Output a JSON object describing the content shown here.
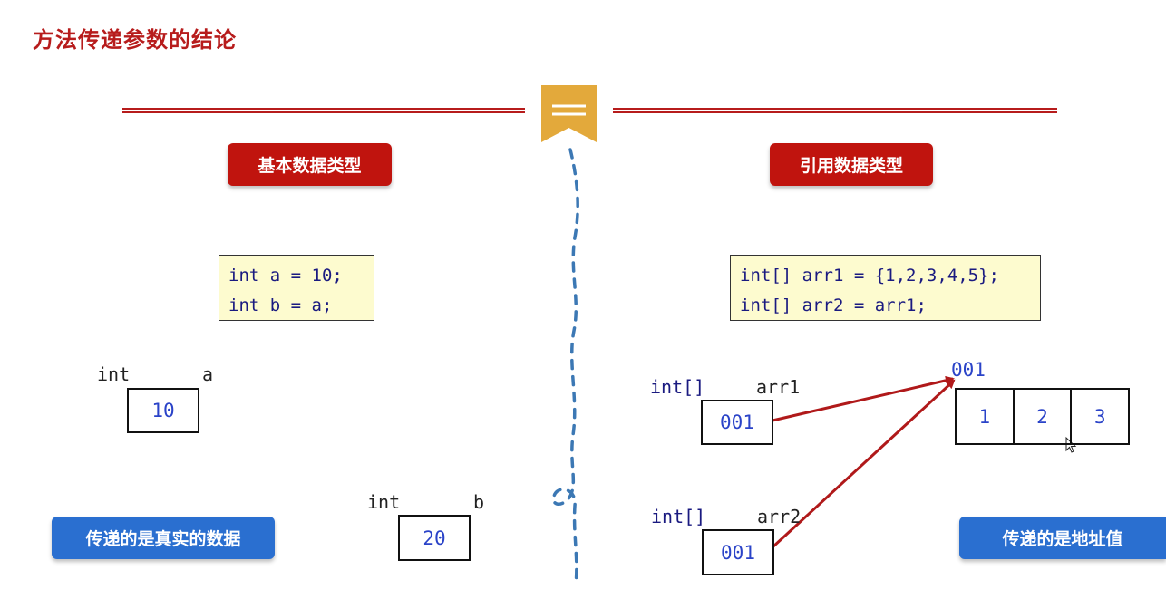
{
  "title": "方法传递参数的结论",
  "colors": {
    "accent_red": "#b71c1c",
    "pill_red": "#c0140e",
    "pill_blue": "#2a6fd0",
    "ribbon_gold": "#e3a93b",
    "code_bg": "#fdfbcf",
    "value_blue": "#2a43c8",
    "divider_blue": "#3c78b4",
    "arrow_red": "#b0191a"
  },
  "left": {
    "heading": "基本数据类型",
    "code": [
      "int a = 10;",
      "int b = a;"
    ],
    "var_a": {
      "type": "int",
      "name": "a",
      "value": "10"
    },
    "var_b": {
      "type": "int",
      "name": "b",
      "value": "20"
    },
    "conclusion": "传递的是真实的数据"
  },
  "right": {
    "heading": "引用数据类型",
    "code": [
      "int[] arr1 = {1,2,3,4,5};",
      "int[] arr2 = arr1;"
    ],
    "var_arr1": {
      "type": "int[]",
      "name": "arr1",
      "value": "001"
    },
    "var_arr2": {
      "type": "int[]",
      "name": "arr2",
      "value": "001"
    },
    "array_address": "001",
    "array_cells": [
      "1",
      "2",
      "3"
    ],
    "conclusion": "传递的是地址值"
  },
  "icons": {
    "ribbon": "bookmark-ribbon-icon",
    "cursor": "mouse-cursor-icon"
  }
}
